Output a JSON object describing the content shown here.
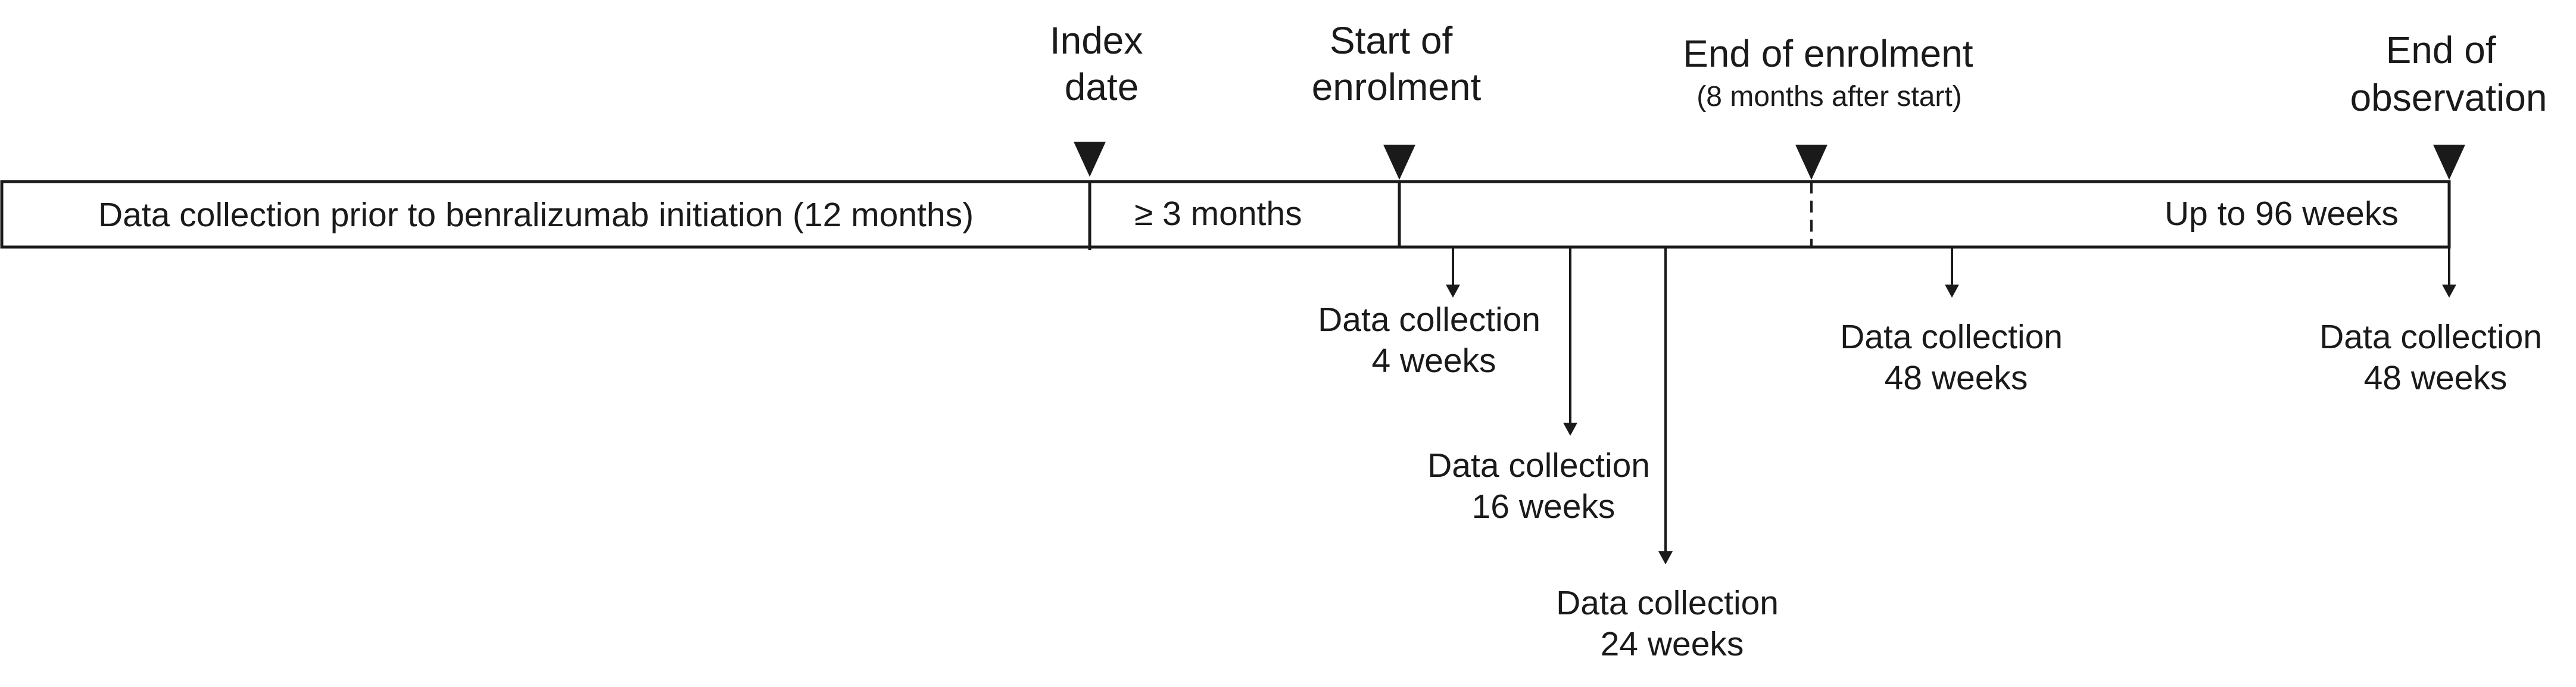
{
  "timeline": {
    "bar_labels": {
      "prior_period": "Data collection prior to benralizumab initiation (12 months)",
      "gap_period": "≥ 3 months",
      "observation_period": "Up to 96 weeks"
    },
    "milestones": {
      "index_date": [
        "Index",
        "date"
      ],
      "start_enrolment": [
        "Start of",
        "enrolment"
      ],
      "end_enrolment": [
        "End of enrolment",
        "(8 months after start)"
      ],
      "end_observation": [
        "End of",
        "observation"
      ]
    },
    "data_collection": {
      "week4": [
        "Data collection",
        "4 weeks"
      ],
      "week16": [
        "Data collection",
        "16 weeks"
      ],
      "week24": [
        "Data collection",
        "24 weeks"
      ],
      "week48_enrolment": [
        "Data collection",
        "48 weeks"
      ],
      "week48_end": [
        "Data collection",
        "48 weeks"
      ]
    }
  }
}
